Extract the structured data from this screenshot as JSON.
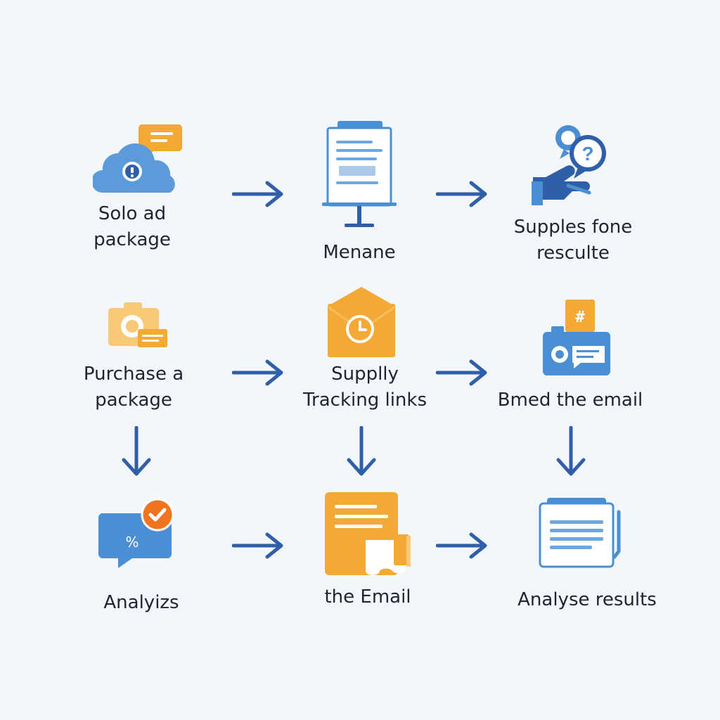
{
  "colors": {
    "background": "#f3f6fa",
    "blue": "#4a8ed3",
    "light_blue": "#6aa7e2",
    "dark_blue": "#2f5fa8",
    "orange": "#f4a934",
    "light_orange": "#f8c979",
    "text": "#1f2430"
  },
  "nodes": [
    {
      "id": "solo-ad-package",
      "lines": [
        "Solo ad",
        "package"
      ],
      "icon": "cloud-chat-icon"
    },
    {
      "id": "menane",
      "lines": [
        "Menane"
      ],
      "icon": "document-monitor-icon"
    },
    {
      "id": "supples-fone-resculte",
      "lines": [
        "Supples fone",
        "resculte"
      ],
      "icon": "hand-question-icon"
    },
    {
      "id": "purchase-a-package",
      "lines": [
        "Purchase a",
        "package"
      ],
      "icon": "camera-card-icon"
    },
    {
      "id": "supplly-tracking-links",
      "lines": [
        "Supplly",
        "Tracking links"
      ],
      "icon": "envelope-clock-icon"
    },
    {
      "id": "bmed-the-email",
      "lines": [
        "Bmed the email"
      ],
      "icon": "id-card-icon"
    },
    {
      "id": "analyzis",
      "lines": [
        "Analyizs"
      ],
      "icon": "chat-check-icon"
    },
    {
      "id": "the-email",
      "lines": [
        "the Email"
      ],
      "icon": "email-document-icon"
    },
    {
      "id": "analyse-results",
      "lines": [
        "Analyse results"
      ],
      "icon": "report-clipboard-icon"
    }
  ]
}
